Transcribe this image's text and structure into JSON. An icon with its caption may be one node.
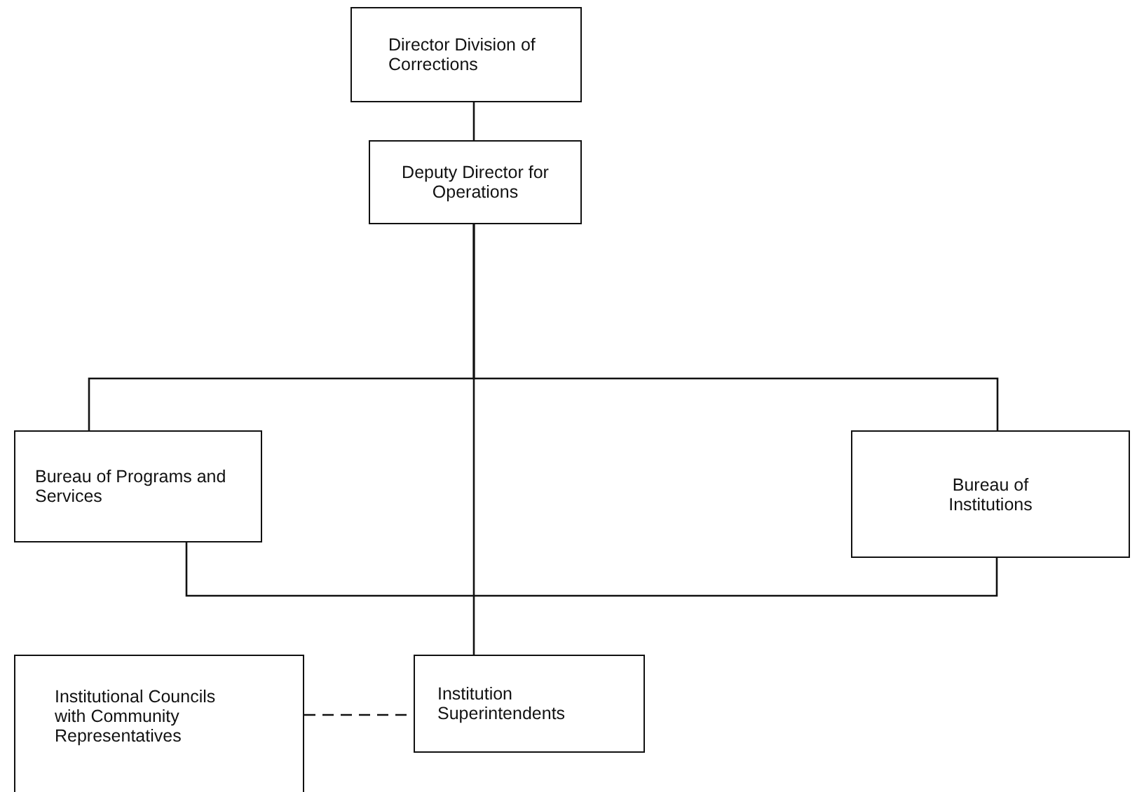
{
  "diagram": {
    "nodes": [
      {
        "text": [
          "Director Division of Corrections"
        ]
      },
      {
        "text": [
          "Deputy Director for Operations"
        ]
      },
      {
        "text": [
          "Bureau of Programs and Services"
        ]
      },
      {
        "text": [
          "Bureau of Institutions"
        ]
      },
      {
        "text": [
          "Institutional Councils with Community Representatives"
        ]
      },
      {
        "text": [
          "Institution Superintendents"
        ]
      }
    ],
    "edges": [
      {
        "from": 0,
        "to": 1,
        "arrow": "none"
      },
      {
        "from": 1,
        "to": 2,
        "arrow": "none"
      },
      {
        "from": 1,
        "to": 3,
        "arrow": "none"
      },
      {
        "from": 1,
        "to": 5,
        "arrow": "none"
      },
      {
        "from": 2,
        "to": 3,
        "arrow": "none"
      },
      {
        "from": 4,
        "to": 5,
        "arrow": "none",
        "style": "dashed"
      }
    ]
  }
}
